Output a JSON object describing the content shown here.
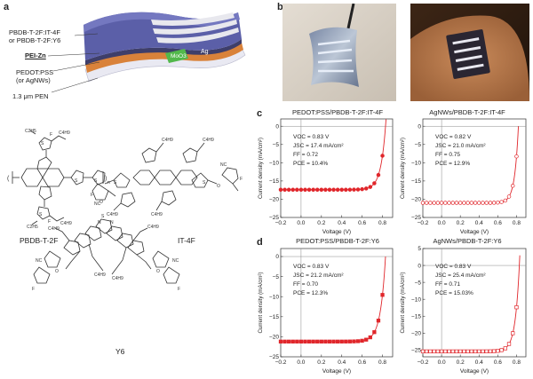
{
  "panels": {
    "a": {
      "label": "a",
      "layers": [
        "PBDB-T-2F:IT-4F",
        "or PBDB-T-2F:Y6",
        "PEI-Zn",
        "PEDOT:PSS",
        "(or AgNWs)",
        "1.3 μm PEN"
      ],
      "electrode_labels": {
        "moox": "MoO3",
        "ag": "Ag"
      },
      "molecules": [
        "PBDB-T-2F",
        "IT-4F",
        "Y6"
      ],
      "structure_atoms": {
        "chains": [
          "C4H9",
          "C2H5"
        ],
        "f": "F",
        "s": "S",
        "o": "O",
        "cn": "NC",
        "n": "N",
        "polymer_index": "n"
      }
    },
    "b": {
      "label": "b"
    },
    "c": {
      "label": "c"
    },
    "d": {
      "label": "d"
    }
  },
  "chart_data": [
    {
      "type": "scatter",
      "title": "PEDOT:PSS/PBDB-T-2F:IT-4F",
      "xlabel": "Voltage (V)",
      "ylabel": "Current density (mA/cm²)",
      "xlim": [
        -0.2,
        0.9
      ],
      "ylim": [
        -25,
        2
      ],
      "xticks": [
        "−0.2",
        "0.0",
        "0.2",
        "0.4",
        "0.6",
        "0.8"
      ],
      "yticks": [
        "0",
        "−5",
        "−10",
        "−15",
        "−20",
        "−25"
      ],
      "marker": "circle",
      "color": "#e0262b",
      "stats": [
        "VOC = 0.83 V",
        "JSC = 17.4 mA/cm²",
        "FF = 0.72",
        "PCE = 10.4%"
      ],
      "jsc": 17.4,
      "voc": 0.83,
      "ideality": 0.048
    },
    {
      "type": "scatter",
      "title": "AgNWs/PBDB-T-2F:IT-4F",
      "xlabel": "Voltage (V)",
      "ylabel": "Current density (mA/cm²)",
      "xlim": [
        -0.2,
        0.9
      ],
      "ylim": [
        -25,
        2
      ],
      "xticks": [
        "−0.2",
        "0.0",
        "0.2",
        "0.4",
        "0.6",
        "0.8"
      ],
      "yticks": [
        "0",
        "−5",
        "−10",
        "−15",
        "−20",
        "−25"
      ],
      "marker": "circle-open",
      "color": "#e0262b",
      "stats": [
        "VOC = 0.82 V",
        "JSC = 21.0 mA/cm²",
        "FF = 0.75",
        "PCE = 12.9%"
      ],
      "jsc": 21.0,
      "voc": 0.82,
      "ideality": 0.04
    },
    {
      "type": "scatter",
      "title": "PEDOT:PSS/PBDB-T-2F:Y6",
      "xlabel": "Voltage (V)",
      "ylabel": "Current density (mA/cm²)",
      "xlim": [
        -0.2,
        0.9
      ],
      "ylim": [
        -25,
        2
      ],
      "xticks": [
        "−0.2",
        "0.0",
        "0.2",
        "0.4",
        "0.6",
        "0.8"
      ],
      "yticks": [
        "0",
        "−5",
        "−10",
        "−15",
        "−20",
        "−25"
      ],
      "marker": "square",
      "color": "#e0262b",
      "stats": [
        "VOC = 0.83 V",
        "JSC = 21.2 mA/cm²",
        "FF = 0.70",
        "PCE = 12.3%"
      ],
      "jsc": 21.2,
      "voc": 0.83,
      "ideality": 0.05
    },
    {
      "type": "scatter",
      "title": "AgNWs/PBDB-T-2F:Y6",
      "xlabel": "Voltage (V)",
      "ylabel": "Current density (mA/cm²)",
      "xlim": [
        -0.2,
        0.9
      ],
      "ylim": [
        -27,
        5
      ],
      "xticks": [
        "−0.2",
        "0.0",
        "0.2",
        "0.4",
        "0.6",
        "0.8"
      ],
      "yticks": [
        "5",
        "0",
        "−5",
        "−10",
        "−15",
        "−20",
        "−25"
      ],
      "marker": "square-open",
      "color": "#e0262b",
      "stats": [
        "VOC = 0.83 V",
        "JSC = 25.4 mA/cm²",
        "FF = 0.71",
        "PCE = 15.03%"
      ],
      "jsc": 25.4,
      "voc": 0.83,
      "ideality": 0.045
    }
  ]
}
